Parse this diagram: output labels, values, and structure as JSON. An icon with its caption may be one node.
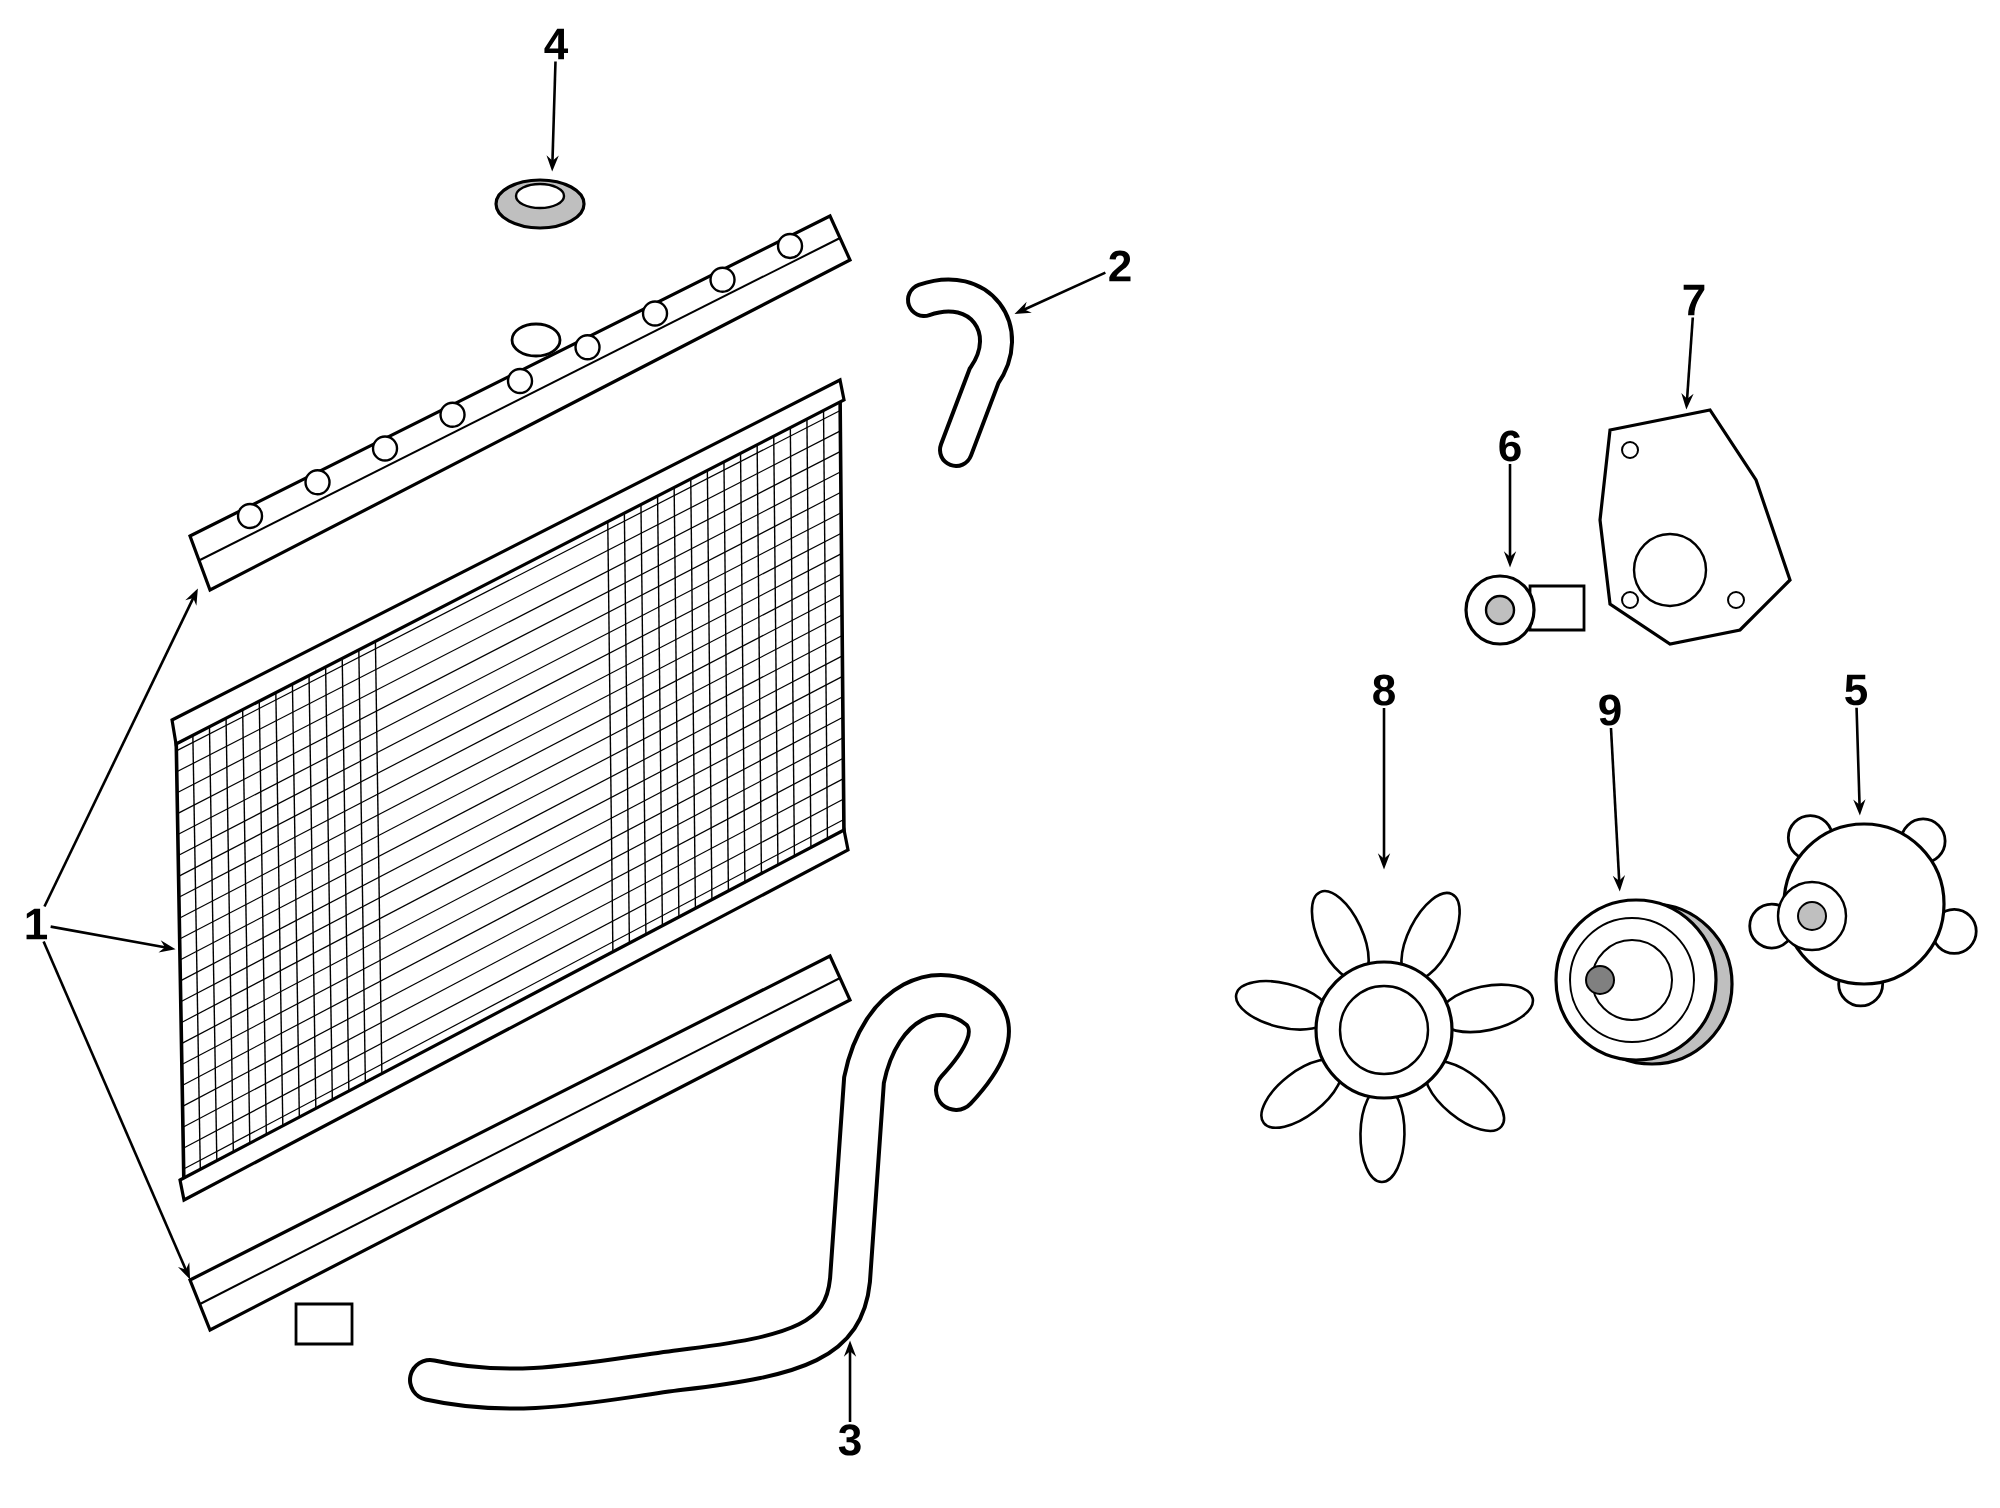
{
  "diagram": {
    "nodes": [
      {
        "text": [
          "1"
        ]
      },
      {
        "text": [
          "2"
        ]
      },
      {
        "text": [
          "3"
        ]
      },
      {
        "text": [
          "4"
        ]
      },
      {
        "text": [
          "5"
        ]
      },
      {
        "text": [
          "6"
        ]
      },
      {
        "text": [
          "7"
        ]
      },
      {
        "text": [
          "8"
        ]
      },
      {
        "text": [
          "9"
        ]
      },
      {
        "text": [],
        "shape": "picture"
      },
      {
        "text": [],
        "shape": "picture"
      },
      {
        "text": [],
        "shape": "picture"
      },
      {
        "text": [],
        "shape": "picture"
      },
      {
        "text": [],
        "shape": "picture"
      },
      {
        "text": [],
        "shape": "picture"
      },
      {
        "text": [],
        "shape": "picture"
      },
      {
        "text": [],
        "shape": "picture"
      },
      {
        "text": [],
        "shape": "picture"
      },
      {
        "text": [],
        "shape": "picture"
      },
      {
        "text": [],
        "shape": "picture"
      }
    ],
    "edges": [
      {
        "from": 0,
        "to": 9,
        "arrow": "to"
      },
      {
        "from": 0,
        "to": 10,
        "arrow": "to"
      },
      {
        "from": 0,
        "to": 11,
        "arrow": "to"
      },
      {
        "from": 1,
        "to": 13,
        "arrow": "to"
      },
      {
        "from": 2,
        "to": 14,
        "arrow": "to"
      },
      {
        "from": 3,
        "to": 12,
        "arrow": "to"
      },
      {
        "from": 4,
        "to": 19,
        "arrow": "to"
      },
      {
        "from": 5,
        "to": 15,
        "arrow": "to"
      },
      {
        "from": 6,
        "to": 16,
        "arrow": "to"
      },
      {
        "from": 7,
        "to": 17,
        "arrow": "to"
      },
      {
        "from": 8,
        "to": 18,
        "arrow": "to"
      }
    ]
  }
}
